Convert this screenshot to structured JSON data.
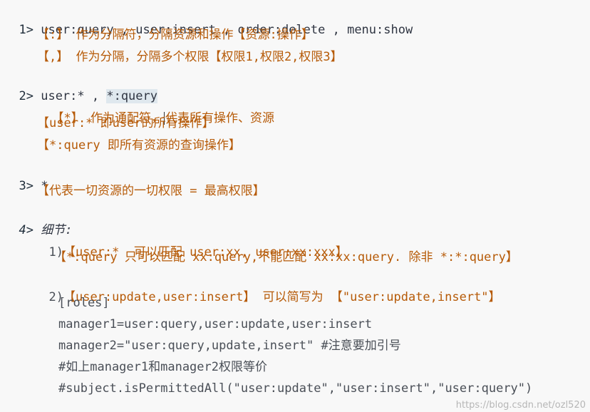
{
  "lines": {
    "l1_num": "1>",
    "l1_text": "user:query , user:insert , order:delete , menu:show",
    "l2": "【:】 作为分隔符，分隔资源和操作【资源:操作】",
    "l3": "【,】 作为分隔，分隔多个权限【权限1,权限2,权限3】",
    "l4_num": "2>",
    "l4_a": "user:* , ",
    "l4_b": "*:query",
    "l5_a": "【*】 作为通配符，",
    "l5_b": "代表所有操作、资源",
    "l6": "【user:* 即user的所有操作】",
    "l7": "【*:query 即所有资源的查询操作】",
    "l8_num": "3>",
    "l8_text": "*",
    "l9": "【代表一切资源的一切权限 = 最高权限】",
    "l10_num": "4>",
    "l10_text": "细节:",
    "l11_num": "1)",
    "l11_text": "【user:*  可以匹配 user:xx, user:xx:xxx】",
    "l12": "【*:query 只可以匹配 xx:query,不能匹配 xx:xx:query. 除非 *:*:query】",
    "l13_num": "2)",
    "l13_text": "【user:update,user:insert】 可以简写为 【\"user:update,insert\"】",
    "l14": "[roles]",
    "l15": "manager1=user:query,user:update,user:insert",
    "l16": "manager2=\"user:query,update,insert\" #注意要加引号",
    "l17": "#如上manager1和manager2权限等价",
    "l18": "#subject.isPermittedAll(\"user:update\",\"user:insert\",\"user:query\")"
  },
  "watermark": "https://blog.csdn.net/ozl520",
  "colors": {
    "background": "#f8f8f8",
    "text": "#2f3542",
    "bracket_text": "#b65a07",
    "highlight": "#dfe8ee"
  }
}
